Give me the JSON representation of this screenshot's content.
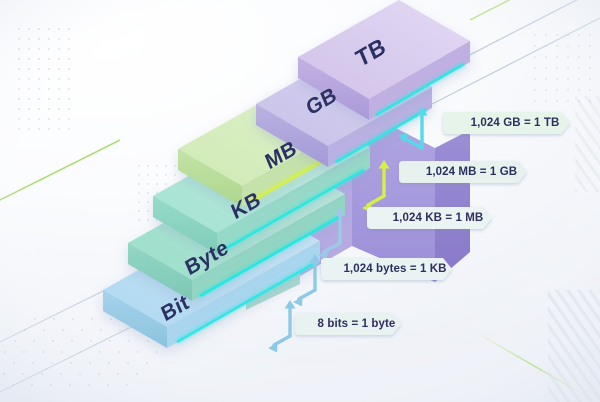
{
  "graphic": {
    "title": "Data storage unit staircase",
    "type": "isometric-infographic"
  },
  "steps": [
    {
      "id": "bit",
      "label": "Bit",
      "top": "#bcdff3",
      "side": "#9fcde8",
      "edge": "#26e3e0"
    },
    {
      "id": "byte",
      "label": "Byte",
      "top": "#a9e2d2",
      "side": "#8fd2c2",
      "edge": "#21e8e2"
    },
    {
      "id": "kb",
      "label": "KB",
      "top": "#b2e7da",
      "side": "#93d8c9",
      "edge": "#2ae7e2"
    },
    {
      "id": "mb",
      "label": "MB",
      "top": "#d9eec2",
      "side": "#c2e3a8",
      "edge": "#d7f23c"
    },
    {
      "id": "gb",
      "label": "GB",
      "top": "#cfcaeb",
      "side": "#b6b0df",
      "edge": "#2fe6e4"
    },
    {
      "id": "tb",
      "label": "TB",
      "top": "#d9cdec",
      "side": "#bfb0e0",
      "edge": "#2fe6e4"
    }
  ],
  "callouts": [
    {
      "id": "bit-to-byte",
      "text": "8 bits = 1 byte",
      "fill": "#e8f3f1",
      "arrow": "#8ec9e8"
    },
    {
      "id": "byte-to-kb",
      "text": "1,024 bytes = 1 KB",
      "fill": "#e9f4f2",
      "arrow": "#8ec9e8"
    },
    {
      "id": "kb-to-mb",
      "text": "1,024 KB = 1 MB",
      "fill": "#eaf4f2",
      "arrow": "#9cc9e6"
    },
    {
      "id": "mb-to-gb",
      "text": "1,024 MB = 1 GB",
      "fill": "#e7f2ef",
      "arrow": "#d4ef46"
    },
    {
      "id": "gb-to-tb",
      "text": "1,024 GB = 1 TB",
      "fill": "#e6f4e9",
      "arrow": "#56d9e8"
    }
  ],
  "colors": {
    "background": "#f4f6fa",
    "text": "#2b3163",
    "column_front": "#a79bdd",
    "column_side": "#8f81cf",
    "accent_green": "#b9e36a",
    "accent_cyan": "#2fe6e4",
    "dots": "#c3cee0"
  }
}
